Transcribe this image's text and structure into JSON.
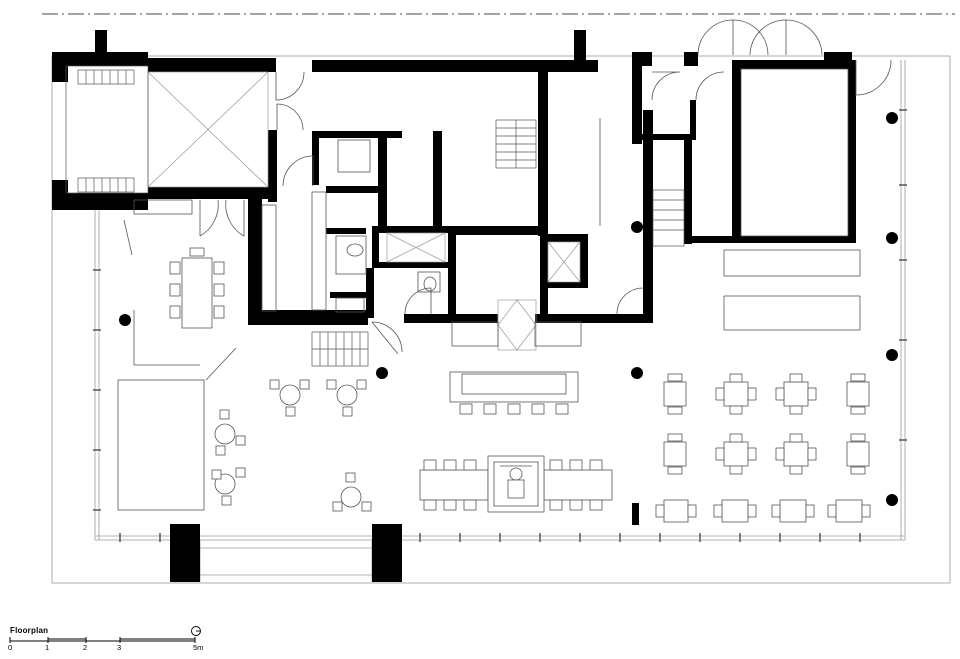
{
  "legend": {
    "title": "Floorplan",
    "scale_labels": [
      "0",
      "1",
      "2",
      "3",
      "5m"
    ]
  },
  "colors": {
    "wall": "#000000",
    "line": "#555555",
    "light_line": "#9a9a9a",
    "background": "#ffffff"
  },
  "icons": {
    "north": "north-arrow-icon"
  }
}
